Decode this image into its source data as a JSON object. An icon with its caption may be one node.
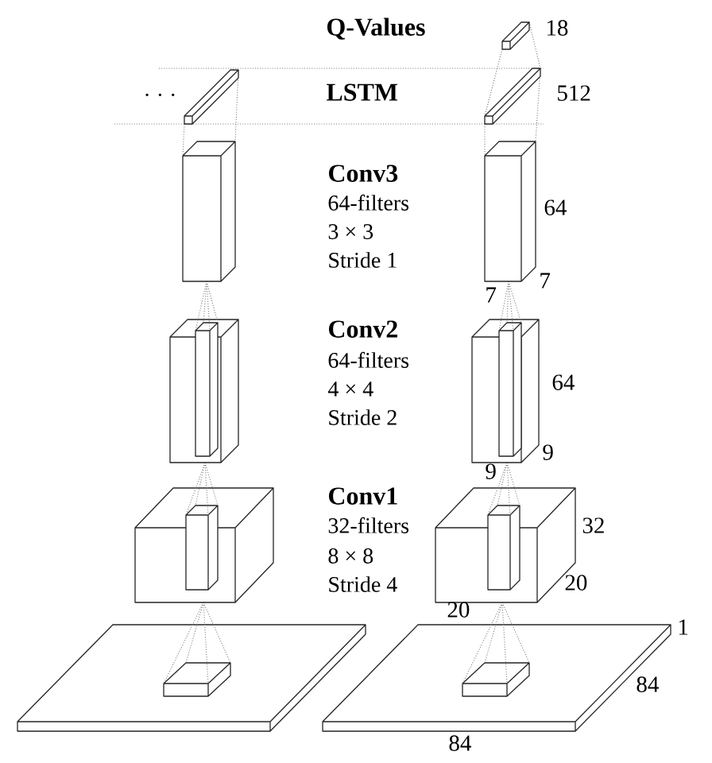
{
  "diagram": {
    "labels": [
      "Q-Values",
      "18",
      "· · ·",
      "LSTM",
      "512",
      "Conv3",
      "64-filters",
      "3 × 3",
      "Stride 1",
      "64",
      "7",
      "7",
      "Conv2",
      "64-filters",
      "4 × 4",
      "Stride 2",
      "64",
      "9",
      "9",
      "Conv1",
      "32-filters",
      "8 × 8",
      "Stride 4",
      "32",
      "20",
      "20",
      "1",
      "84",
      "84"
    ]
  }
}
